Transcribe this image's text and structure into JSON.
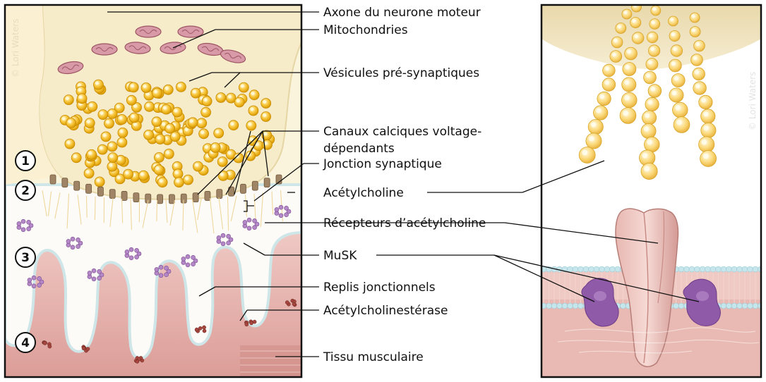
{
  "labels": {
    "axone": "Axone du neurone moteur",
    "mitochondries": "Mitochondries",
    "vesicules": "Vésicules pré-synaptiques",
    "canaux_line1": "Canaux calciques voltage-",
    "canaux_line2": "dépendants",
    "jonction": "Jonction synaptique",
    "acetylcholine": "Acétylcholine",
    "recepteurs": "Récepteurs d’acétylcholine",
    "musk": "MuSK",
    "replis": "Replis jonctionnels",
    "acetylcholinesterase": "Acétylcholinestérase",
    "tissu": "Tissu musculaire"
  },
  "stage_numbers": [
    "1",
    "2",
    "3",
    "4"
  ],
  "credit": "© Lori Waters",
  "colors": {
    "axon": "#f4e8c4",
    "vesicle": "#f5b400",
    "vesicle_light": "#fde7a0",
    "mitochondria": "#c98a98",
    "muscle": "#e8b4b0",
    "muscle_dark": "#d98f8b",
    "receptor": "#a678b4",
    "musk": "#8a4aa0",
    "membrane_head": "#bfe3ea",
    "channel": "#9c7a5a",
    "border": "#111111"
  }
}
